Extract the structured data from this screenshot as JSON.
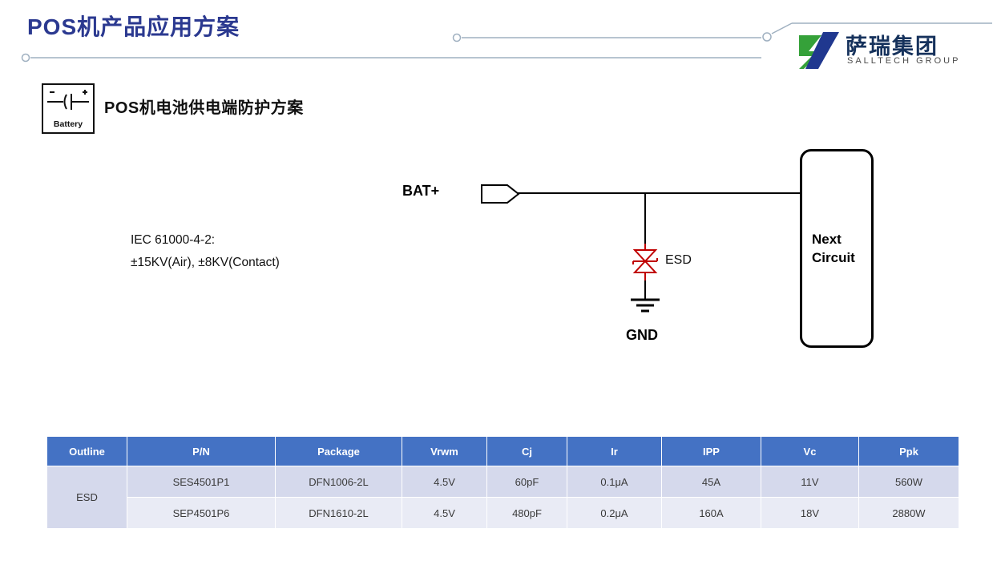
{
  "header": {
    "title": "POS机产品应用方案",
    "logo": {
      "name": "萨瑞集团",
      "subtitle": "SALLTECH GROUP"
    }
  },
  "section": {
    "icon_label": "Battery",
    "heading": "POS机电池供电端防护方案"
  },
  "circuit": {
    "bat_label": "BAT+",
    "esd_label": "ESD",
    "gnd_label": "GND",
    "next_circuit_line1": "Next",
    "next_circuit_line2": "Circuit",
    "iec_line1": "IEC 61000-4-2:",
    "iec_line2": "±15KV(Air), ±8KV(Contact)"
  },
  "table": {
    "headers": [
      "Outline",
      "P/N",
      "Package",
      "Vrwm",
      "Cj",
      "Ir",
      "IPP",
      "Vc",
      "Ppk"
    ],
    "outline_label": "ESD",
    "rows": [
      [
        "SES4501P1",
        "DFN1006-2L",
        "4.5V",
        "60pF",
        "0.1μA",
        "45A",
        "11V",
        "560W"
      ],
      [
        "SEP4501P6",
        "DFN1610-2L",
        "4.5V",
        "480pF",
        "0.2μA",
        "160A",
        "18V",
        "2880W"
      ]
    ]
  },
  "colors": {
    "title_blue": "#2b3990",
    "table_header_blue": "#4472c4",
    "row_dark_lavender": "#d5d9ec",
    "row_light_lavender": "#e9ebf5",
    "diode_red": "#c00000",
    "logo_green": "#35a139",
    "logo_blue": "#20388f"
  }
}
